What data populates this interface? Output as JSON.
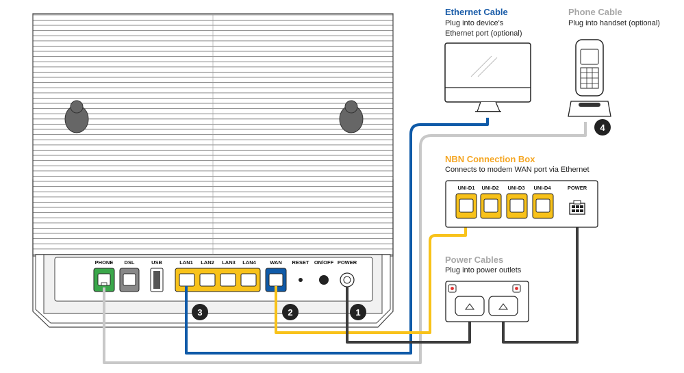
{
  "colors": {
    "blue": "#0f5aa8",
    "yellow": "#f8c21a",
    "green": "#3aa64a",
    "grey_cable": "#c8c8c8",
    "dark_cable": "#3c3c3c",
    "title_blue": "#1a5ca8",
    "title_orange": "#f5a623",
    "title_grey": "#a7a7a7"
  },
  "ethernet": {
    "title": "Ethernet Cable",
    "line1": "Plug into device's",
    "line2": "Ethernet port (optional)"
  },
  "phone": {
    "title": "Phone Cable",
    "line1": "Plug into handset (optional)"
  },
  "nbn": {
    "title": "NBN Connection Box",
    "subtitle": "Connects to modem WAN port via Ethernet",
    "ports": [
      "UNI-D1",
      "UNI-D2",
      "UNI-D3",
      "UNI-D4"
    ],
    "power_label": "POWER"
  },
  "power": {
    "title": "Power Cables",
    "line1": "Plug into power outlets"
  },
  "modem_ports": {
    "phone": "PHONE",
    "dsl": "DSL",
    "usb": "USB",
    "lan1": "LAN1",
    "lan2": "LAN2",
    "lan3": "LAN3",
    "lan4": "LAN4",
    "wan": "WAN",
    "reset": "RESET",
    "onoff": "ON/OFF",
    "power": "POWER"
  },
  "badges": {
    "one": "1",
    "two": "2",
    "three": "3",
    "four": "4"
  }
}
